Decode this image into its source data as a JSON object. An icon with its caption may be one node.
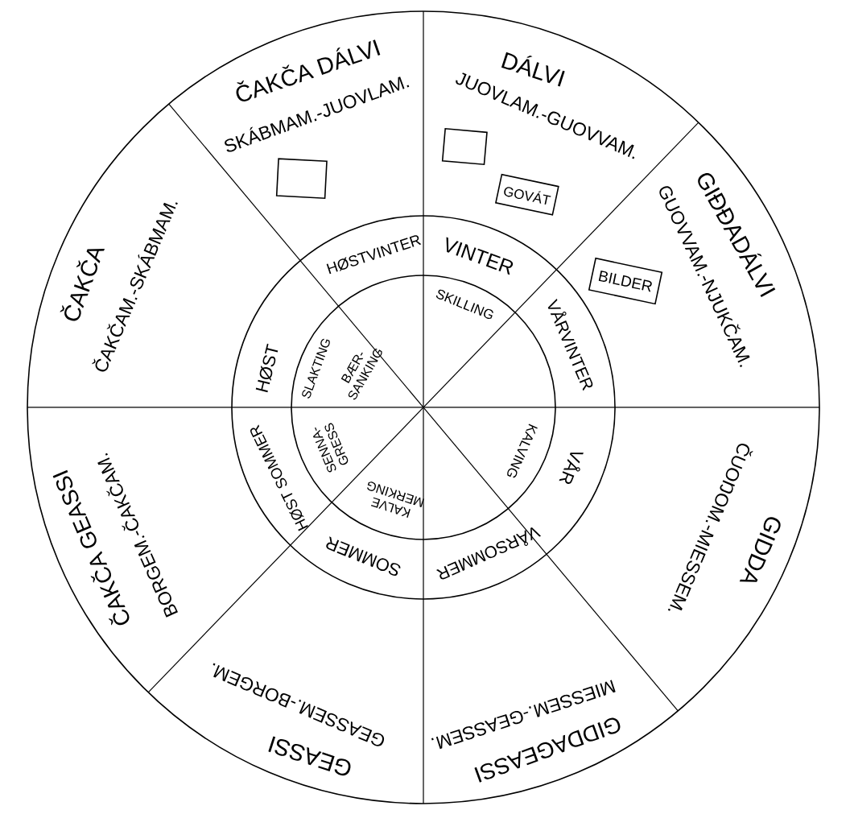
{
  "diagram": {
    "nodes": [
      {
        "text": [],
        "shape": "box"
      },
      {
        "text": [],
        "shape": "box"
      },
      {
        "text": [
          "GOVÁT"
        ]
      },
      {
        "text": [
          "BILDER"
        ]
      }
    ],
    "labels": [
      "ČAKČA DÁLVI",
      "SKÁBMAM.-JUOVLAM.",
      "DÁLVI",
      "JUOVLAM.-GUOVVAM.",
      "ČAKČA",
      "ČAKČAM.-SKÁBMAM.",
      "HØSTVINTER",
      "VINTER",
      "SKILLING",
      "GUOVVAM.-NJUKČAM.",
      "GIĐĐADÁLVI",
      "HØST",
      "SLAKTING",
      "BÆR- SANKING",
      "VÅRVINTER",
      "ČAKČA GEASSI",
      "BORGEM.-ČAKČAM.",
      "HØST SOMMER",
      "SENNA- GRESS",
      "KALVE MERKING",
      "KALVING",
      "VÅR",
      "SOMMER",
      "VÅRSOMMER",
      "ČUOŊOM.-MIESSEM.",
      "GIDDA",
      "GEASSEM.-BORGEM.",
      "GEASSI",
      "MIESSEM.-GEASSEM.",
      "GIDDAGEASSI"
    ]
  }
}
